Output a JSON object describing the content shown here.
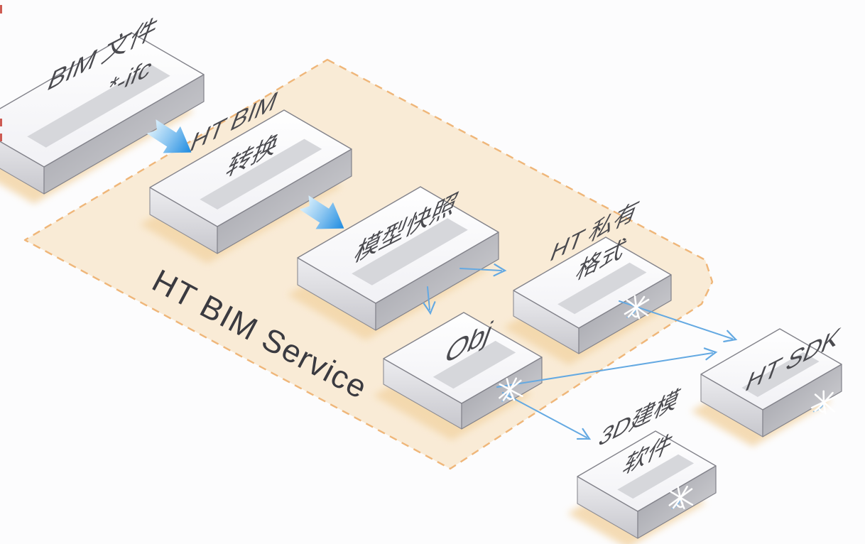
{
  "diagram": {
    "title": "HT BIM Service workflow diagram",
    "background": "#fcfcfd",
    "service_region": {
      "label": "HT BIM Service",
      "fill": "#f9ebd6",
      "border_color": "#efb679",
      "border_style": "dashed"
    },
    "nodes": [
      {
        "id": "bim-file",
        "label_lines": [
          "BIM 文件",
          "*-ifc"
        ],
        "inside_service_region": false,
        "has_star_mark": false
      },
      {
        "id": "ht-bim-convert",
        "label_lines": [
          "HT BIM",
          "转换"
        ],
        "inside_service_region": true,
        "has_star_mark": false
      },
      {
        "id": "model-snapshot",
        "label_lines": [
          "模型快照"
        ],
        "inside_service_region": true,
        "has_star_mark": false
      },
      {
        "id": "ht-private-format",
        "label_lines": [
          "HT 私有",
          "格式"
        ],
        "inside_service_region": true,
        "has_star_mark": true
      },
      {
        "id": "obj",
        "label_lines": [
          "Obj"
        ],
        "inside_service_region": true,
        "has_star_mark": true
      },
      {
        "id": "ht-sdk",
        "label_lines": [
          "HT SDK"
        ],
        "inside_service_region": false,
        "has_star_mark": true
      },
      {
        "id": "modeling-3d-software",
        "label_lines": [
          "3D建模",
          "软件"
        ],
        "inside_service_region": false,
        "has_star_mark": true
      }
    ],
    "edges": [
      {
        "from": "BIM 文件 *-ifc",
        "to": "HT BIM 转换",
        "style": "thick-blue-arrow"
      },
      {
        "from": "HT BIM 转换",
        "to": "模型快照",
        "style": "thick-blue-arrow"
      },
      {
        "from": "模型快照",
        "to": "HT 私有格式",
        "style": "thin-blue-arrow"
      },
      {
        "from": "模型快照",
        "to": "Obj",
        "style": "thin-blue-arrow"
      },
      {
        "from": "HT 私有格式",
        "to": "HT SDK",
        "style": "thin-blue-arrow"
      },
      {
        "from": "Obj",
        "to": "HT SDK",
        "style": "thin-blue-arrow"
      },
      {
        "from": "Obj",
        "to": "3D建模软件",
        "style": "thin-blue-arrow"
      }
    ],
    "colors": {
      "service_region_fill": "#f9ebd6",
      "service_region_border": "#efb679",
      "block_top_face": "#fbfbfd",
      "block_side_light": "#d9d9de",
      "block_side_dark": "#a8a9b0",
      "block_inset_stripe": "#d3d4d8",
      "block_shadow": "#f3d6a8",
      "node_label_text": "#4a4a4f",
      "service_label_text": "#3a3a40",
      "thin_arrow_blue": "#64a9e2",
      "thick_arrow_blue": "#1d8ae0",
      "thick_arrow_light": "#d9effc",
      "star_mark": "#ffffff",
      "left_edge_artifact_red": "#c94a40"
    }
  }
}
